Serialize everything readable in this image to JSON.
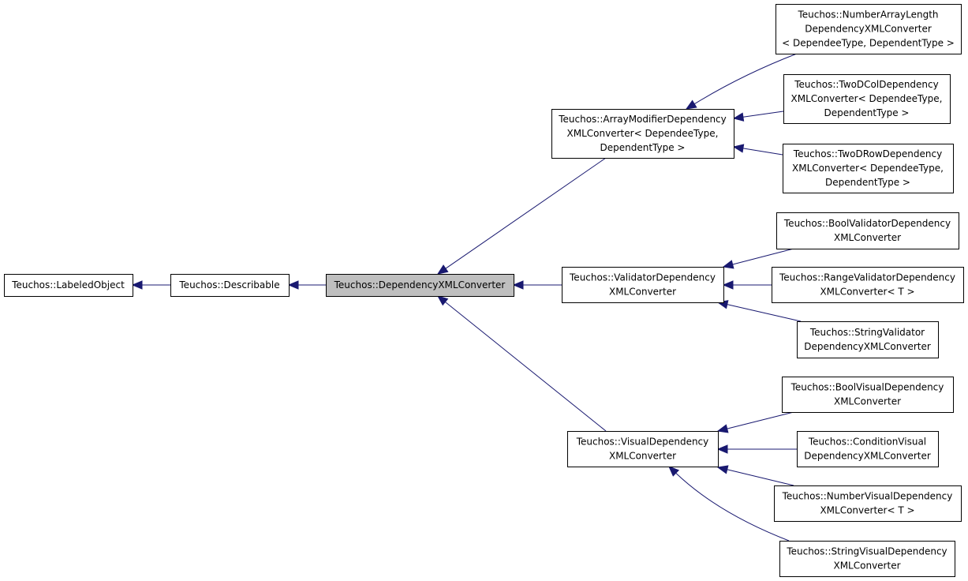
{
  "nodes": [
    {
      "id": "labeled",
      "lines": [
        "Teuchos::LabeledObject"
      ]
    },
    {
      "id": "describable",
      "lines": [
        "Teuchos::Describable"
      ]
    },
    {
      "id": "depconv",
      "lines": [
        "Teuchos::DependencyXMLConverter"
      ],
      "highlight": true
    },
    {
      "id": "arraymod",
      "lines": [
        "Teuchos::ArrayModifierDependency",
        "XMLConverter< DependeeType,",
        "DependentType >"
      ]
    },
    {
      "id": "validator",
      "lines": [
        "Teuchos::ValidatorDependency",
        "XMLConverter"
      ]
    },
    {
      "id": "visual",
      "lines": [
        "Teuchos::VisualDependency",
        "XMLConverter"
      ]
    },
    {
      "id": "numarraylen",
      "lines": [
        "Teuchos::NumberArrayLength",
        "DependencyXMLConverter",
        "< DependeeType, DependentType >"
      ]
    },
    {
      "id": "twodcol",
      "lines": [
        "Teuchos::TwoDColDependency",
        "XMLConverter< DependeeType,",
        "DependentType >"
      ]
    },
    {
      "id": "twodrow",
      "lines": [
        "Teuchos::TwoDRowDependency",
        "XMLConverter< DependeeType,",
        "DependentType >"
      ]
    },
    {
      "id": "boolvalidator",
      "lines": [
        "Teuchos::BoolValidatorDependency",
        "XMLConverter"
      ]
    },
    {
      "id": "rangevalidator",
      "lines": [
        "Teuchos::RangeValidatorDependency",
        "XMLConverter< T >"
      ]
    },
    {
      "id": "stringvalidator",
      "lines": [
        "Teuchos::StringValidator",
        "DependencyXMLConverter"
      ]
    },
    {
      "id": "boolvisual",
      "lines": [
        "Teuchos::BoolVisualDependency",
        "XMLConverter"
      ]
    },
    {
      "id": "conditionvisual",
      "lines": [
        "Teuchos::ConditionVisual",
        "DependencyXMLConverter"
      ]
    },
    {
      "id": "numbervisual",
      "lines": [
        "Teuchos::NumberVisualDependency",
        "XMLConverter< T >"
      ]
    },
    {
      "id": "stringvisual",
      "lines": [
        "Teuchos::StringVisualDependency",
        "XMLConverter"
      ]
    }
  ],
  "edges": [
    {
      "from": "describable",
      "to": "labeled"
    },
    {
      "from": "depconv",
      "to": "describable"
    },
    {
      "from": "arraymod",
      "to": "depconv"
    },
    {
      "from": "validator",
      "to": "depconv"
    },
    {
      "from": "visual",
      "to": "depconv"
    },
    {
      "from": "numarraylen",
      "to": "arraymod"
    },
    {
      "from": "twodcol",
      "to": "arraymod"
    },
    {
      "from": "twodrow",
      "to": "arraymod"
    },
    {
      "from": "boolvalidator",
      "to": "validator"
    },
    {
      "from": "rangevalidator",
      "to": "validator"
    },
    {
      "from": "stringvalidator",
      "to": "validator"
    },
    {
      "from": "boolvisual",
      "to": "visual"
    },
    {
      "from": "conditionvisual",
      "to": "visual"
    },
    {
      "from": "numbervisual",
      "to": "visual"
    },
    {
      "from": "stringvisual",
      "to": "visual"
    }
  ]
}
